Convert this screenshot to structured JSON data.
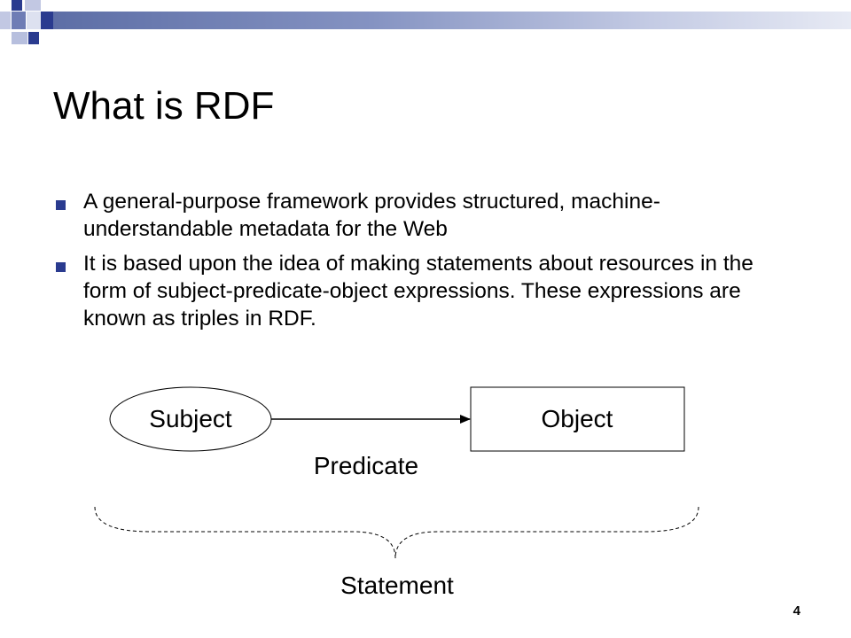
{
  "slide": {
    "title": "What is RDF",
    "bullets": [
      {
        "text": "A general-purpose framework provides structured, machine-understandable metadata for the Web"
      },
      {
        "text": "It is based upon the idea of making statements about resources in the form of subject-predicate-object expressions. These expressions are known as triples in RDF."
      }
    ],
    "page_number": "4"
  },
  "diagram": {
    "subject_label": "Subject",
    "object_label": "Object",
    "predicate_label": "Predicate",
    "statement_label": "Statement"
  },
  "colors": {
    "accent_dark": "#2a3b8f",
    "accent_mid": "#5d6ea6",
    "accent_light": "#b7bfde"
  }
}
